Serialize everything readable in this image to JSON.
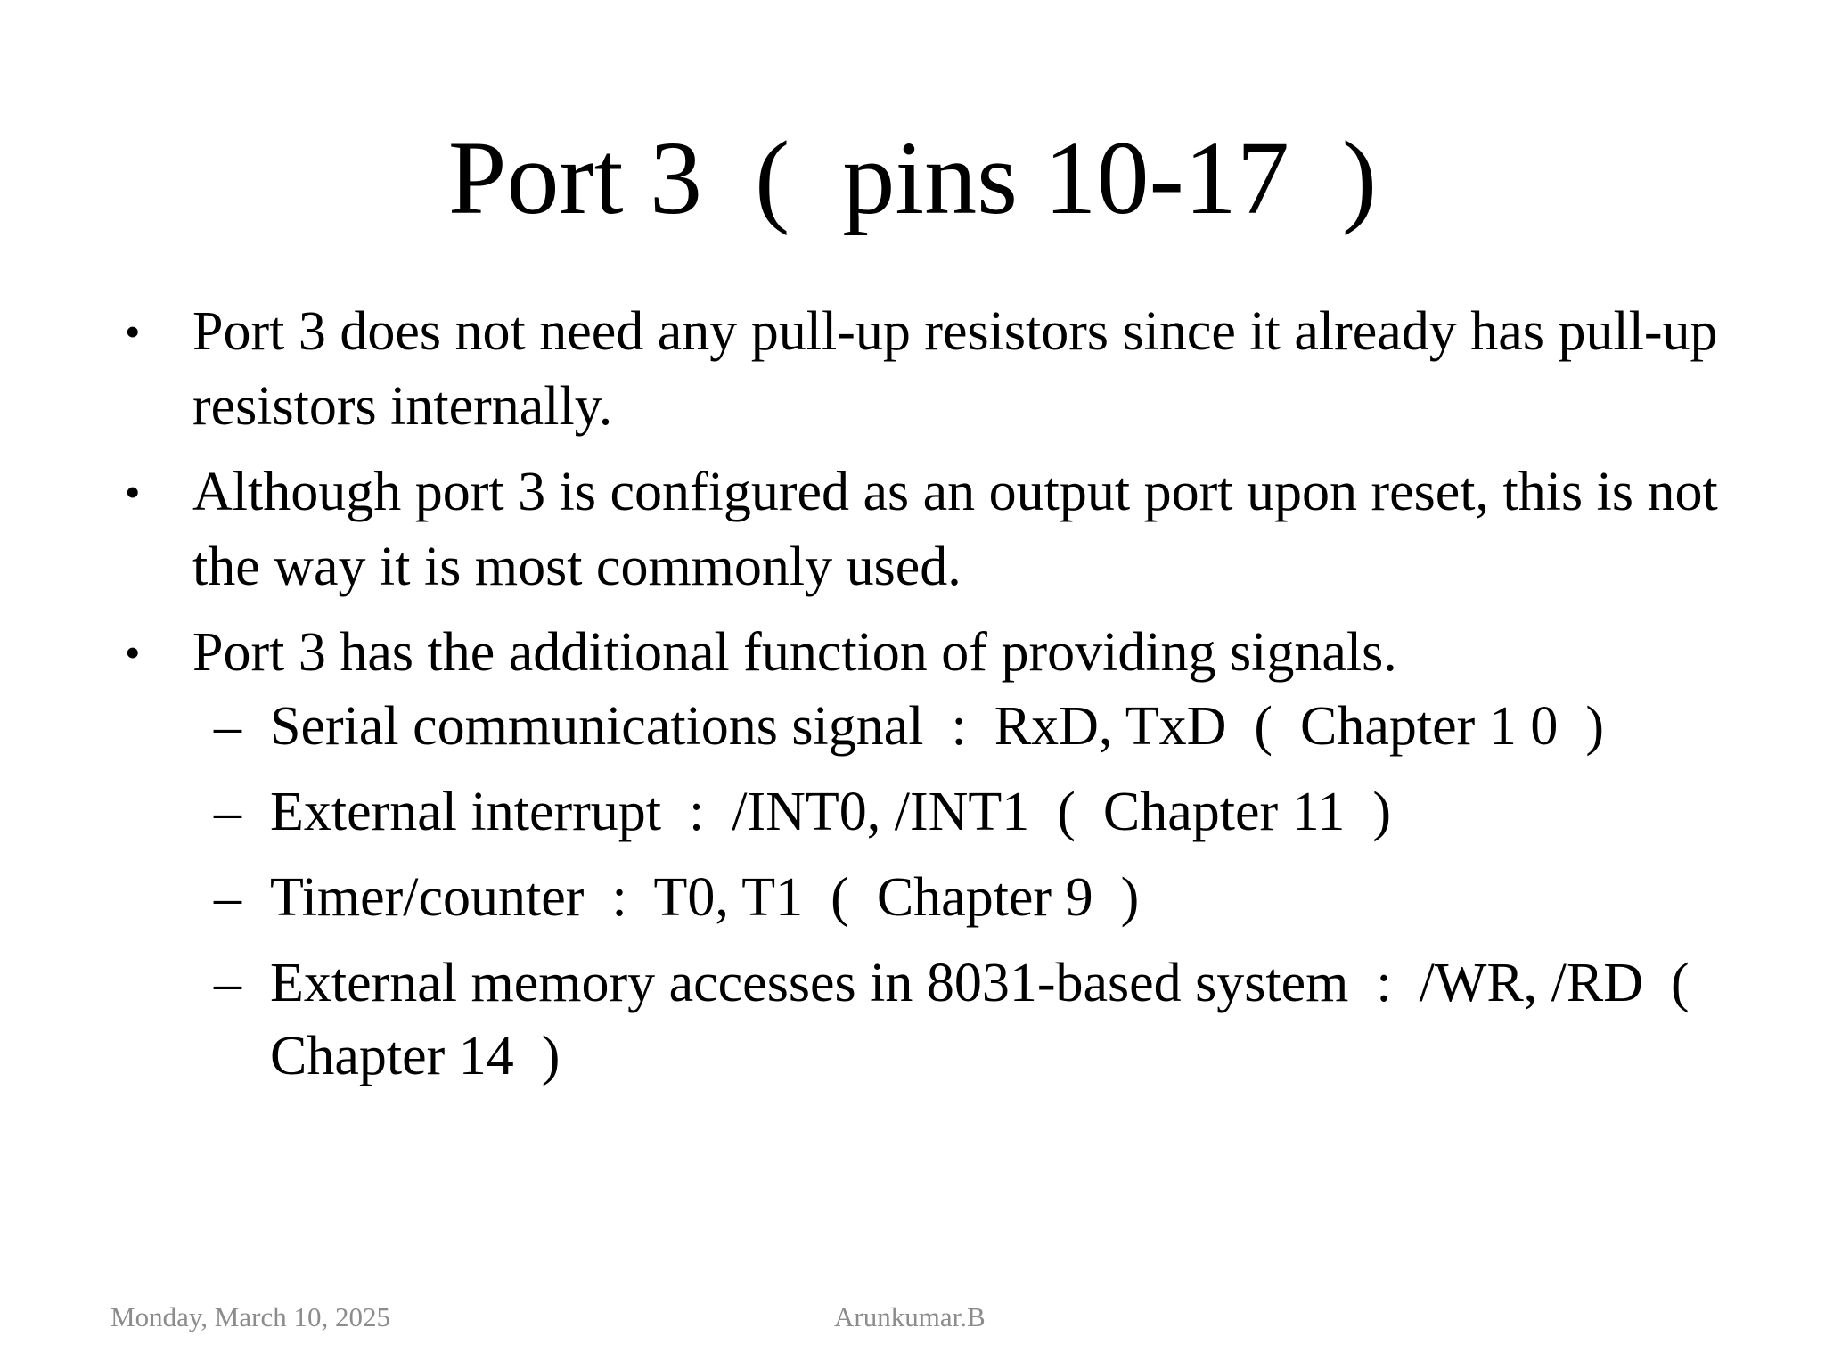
{
  "slide": {
    "title": "Port 3  (  pins 10-17  )",
    "bullets": [
      {
        "text": "Port 3 does not need any pull-up resistors since it already has pull-up resistors internally."
      },
      {
        "text": "Although port 3 is configured as an output port upon reset, this is not the way it is most commonly used."
      },
      {
        "text": "Port 3 has the additional function of providing signals.",
        "sub": [
          "Serial communications signal  :  RxD, TxD  (  Chapter 1 0  )",
          "External interrupt  :  /INT0, /INT1  (  Chapter 11  )",
          "Timer/counter  :  T0, T1  (  Chapter 9  )",
          "External memory accesses in 8031-based system  :  /WR, /RD  (  Chapter 14  )"
        ]
      }
    ],
    "bullet_symbol": "•",
    "sub_symbol": "–"
  },
  "footer": {
    "date": "Monday, March 10, 2025",
    "author": "Arunkumar.B"
  }
}
